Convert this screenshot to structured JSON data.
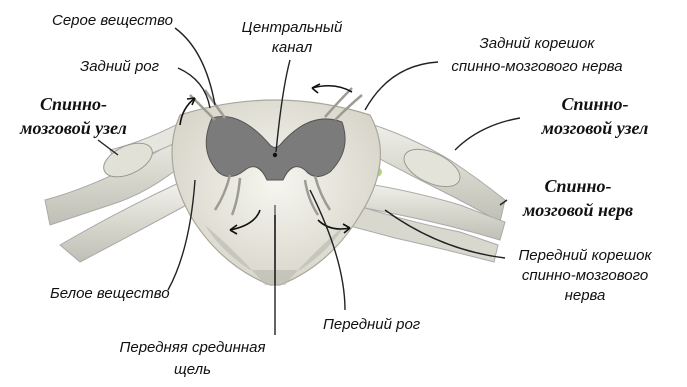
{
  "labels": {
    "gray_matter": "Серое вещество",
    "central_canal": [
      "Центральный",
      "канал"
    ],
    "dorsal_root": [
      "Задний корешок",
      "спинно-мозгового нерва"
    ],
    "dorsal_horn": "Задний рог",
    "ganglion_left": [
      "Спинно-",
      "мозговой узел"
    ],
    "ganglion_right": [
      "Спинно-",
      "мозговой узел"
    ],
    "spinal_nerve": [
      "Спинно-",
      "мозговой нерв"
    ],
    "ventral_root": [
      "Передний корешок",
      "спинно-мозгового",
      "нерва"
    ],
    "white_matter": "Белое вещество",
    "ventral_horn": "Передний рог",
    "median_fissure": [
      "Передняя срединная",
      "щель"
    ]
  },
  "colors": {
    "gray_matter": "#7b7b7b",
    "white_matter": "#ecebe4",
    "nerve": "#dcdcd4",
    "leader": "#222222"
  }
}
